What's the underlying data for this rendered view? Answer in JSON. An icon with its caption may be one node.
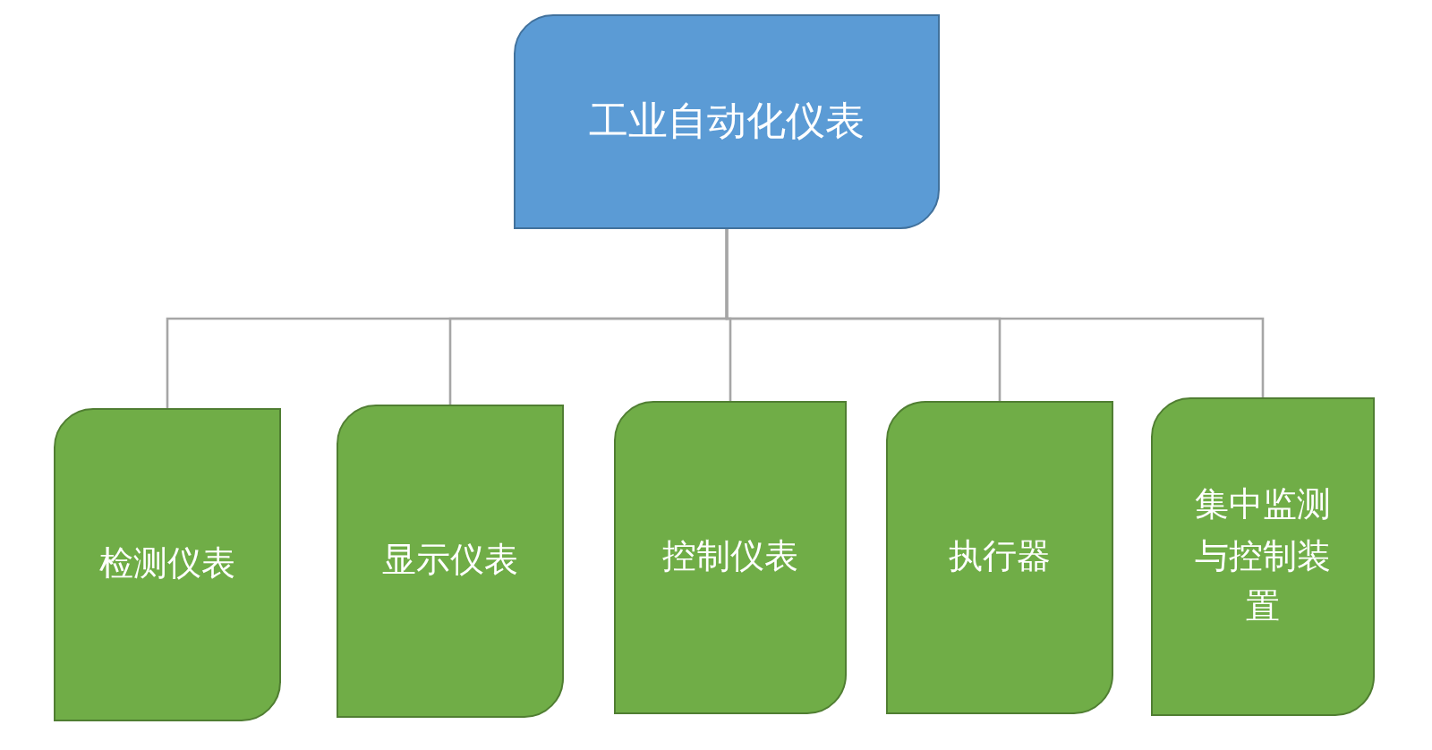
{
  "diagram": {
    "nodes": [
      {
        "text": [
          "工业自动化仪表"
        ]
      },
      {
        "text": [
          "检测仪表"
        ]
      },
      {
        "text": [
          "显示仪表"
        ]
      },
      {
        "text": [
          "控制仪表"
        ]
      },
      {
        "text": [
          "执行器"
        ]
      },
      {
        "text": [
          "集中监测与控制装置"
        ]
      }
    ],
    "edges": [
      {
        "from": 0,
        "to": 1,
        "arrow": "none"
      },
      {
        "from": 0,
        "to": 2,
        "arrow": "none"
      },
      {
        "from": 0,
        "to": 3,
        "arrow": "none"
      },
      {
        "from": 0,
        "to": 4,
        "arrow": "none"
      },
      {
        "from": 0,
        "to": 5,
        "arrow": "none"
      }
    ]
  }
}
